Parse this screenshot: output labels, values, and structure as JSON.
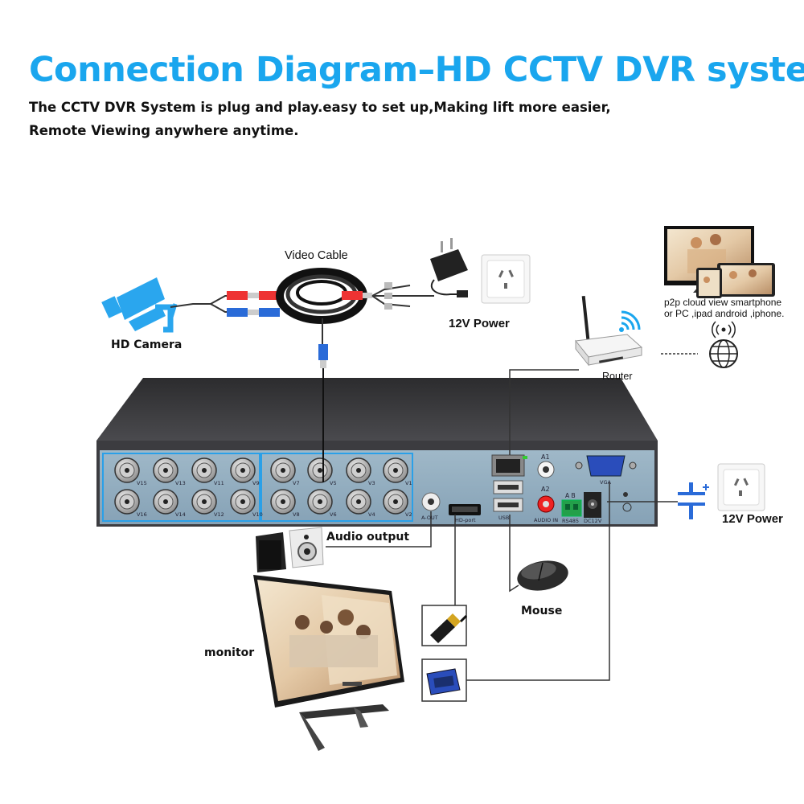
{
  "header": {
    "title": "Connection Diagram–HD CCTV DVR system",
    "line1": "The CCTV DVR System is plug and play.easy to set up,Making lift more easier,",
    "line2": "Remote Viewing anywhere anytime."
  },
  "labels": {
    "video_cable": "Video Cable",
    "hd_camera": "HD Camera",
    "power_top": "12V Power",
    "router": "Router",
    "p2p_line1": "p2p cloud view smartphone",
    "p2p_line2": "or PC ,ipad android ,iphone.",
    "power_right": "12V Power",
    "audio_output": "Audio output",
    "mouse": "Mouse",
    "monitor": "monitor"
  },
  "dvr": {
    "video_top": [
      "V15",
      "V13",
      "V11",
      "V9",
      "V7",
      "V5",
      "V3",
      "V1"
    ],
    "video_bottom": [
      "V16",
      "V14",
      "V12",
      "V10",
      "V8",
      "V6",
      "V4",
      "V2"
    ],
    "a_out": "A-OUT",
    "hd_port": "HD-port",
    "usb": "USB",
    "a1": "A1",
    "a2": "A2",
    "audio_in": "AUDIO IN",
    "ab": "A  B",
    "rs485": "RS485",
    "dc12v": "DC12V",
    "vga": "VGA"
  }
}
